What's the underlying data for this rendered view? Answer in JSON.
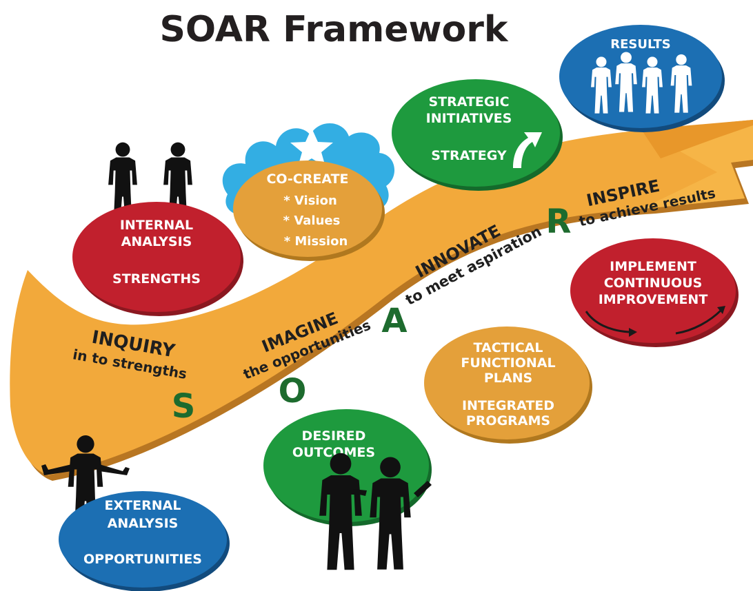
{
  "title": "SOAR Framework",
  "colors": {
    "arrow": "#f2a93b",
    "red": "#c1202d",
    "blue": "#1c6fb3",
    "green": "#1e9a3e",
    "orange": "#e4a03a",
    "cloud": "#33aee3",
    "letter": "#1d6b2e"
  },
  "arrow": {
    "letters": [
      "S",
      "O",
      "A",
      "R"
    ],
    "phases": [
      {
        "word": "INQUIRY",
        "sub": "in to strengths"
      },
      {
        "word": "IMAGINE",
        "sub": "the opportunities"
      },
      {
        "word": "INNOVATE",
        "sub": "to meet aspiration"
      },
      {
        "word": "INSPIRE",
        "sub": "to achieve results"
      }
    ]
  },
  "bubbles": {
    "internal": {
      "line1": "INTERNAL",
      "line2": "ANALYSIS",
      "line3": "STRENGTHS"
    },
    "cocreate": {
      "heading": "CO-CREATE",
      "items": [
        "* Vision",
        "* Values",
        "* Mission"
      ]
    },
    "strategic": {
      "line1": "STRATEGIC",
      "line2": "INITIATIVES",
      "line3": "STRATEGY"
    },
    "results": {
      "label": "RESULTS"
    },
    "implement": {
      "line1": "IMPLEMENT",
      "line2": "CONTINUOUS",
      "line3": "IMPROVEMENT"
    },
    "tactical": {
      "line1": "TACTICAL",
      "line2": "FUNCTIONAL",
      "line3": "PLANS",
      "line4": "INTEGRATED",
      "line5": "PROGRAMS"
    },
    "desired": {
      "line1": "DESIRED",
      "line2": "OUTCOMES"
    },
    "external": {
      "line1": "EXTERNAL",
      "line2": "ANALYSIS",
      "line3": "OPPORTUNITIES"
    }
  },
  "icons": {
    "star": "star-icon",
    "cloud": "cloud-shape",
    "strategy_arrow": "curved-arrow-up-icon",
    "cycle_arrows": "cycle-arrows-icon",
    "people": "person-silhouette-icon"
  }
}
